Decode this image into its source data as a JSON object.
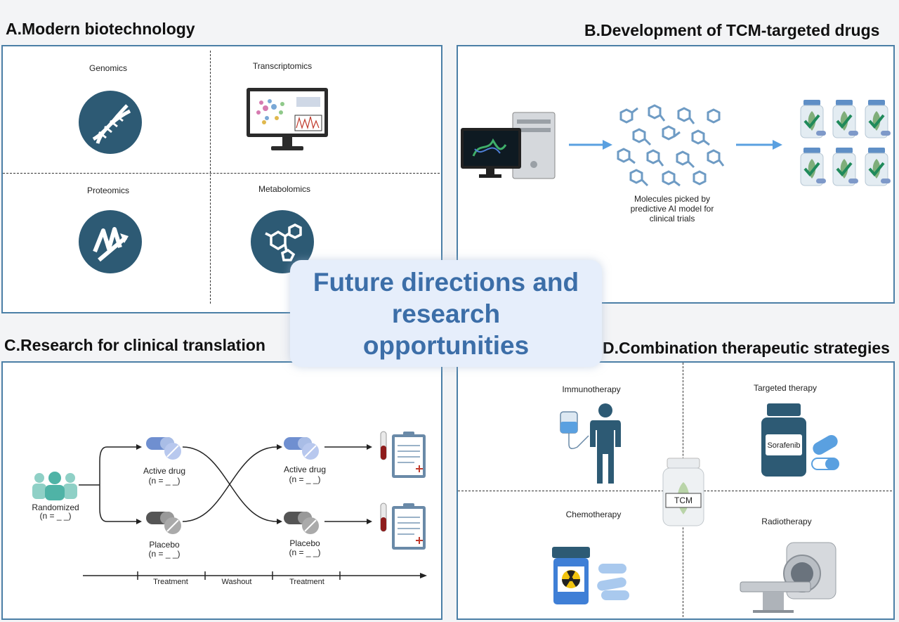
{
  "center_title": "Future directions and research opportunities",
  "panel_a": {
    "title": "A.Modern biotechnology",
    "genomics": "Genomics",
    "transcriptomics": "Transcriptomics",
    "proteomics": "Proteomics",
    "metabolomics": "Metabolomics"
  },
  "panel_b": {
    "title": "B.Development of TCM-targeted drugs",
    "caption_line1": "Molecules picked by",
    "caption_line2": "predictive AI model for",
    "caption_line3": "clinical trials"
  },
  "panel_c": {
    "title": "C.Research for clinical translation",
    "randomized": "Randomized",
    "n_label": "(n = _ _)",
    "active_drug": "Active drug",
    "placebo": "Placebo",
    "timeline": [
      "Treatment",
      "Washout",
      "Treatment"
    ]
  },
  "panel_d": {
    "title": "D.Combination therapeutic strategies",
    "immunotherapy": "Immunotherapy",
    "targeted_therapy": "Targeted therapy",
    "chemotherapy": "Chemotherapy",
    "radiotherapy": "Radiotherapy",
    "tcm": "TCM",
    "sorafenib": "Sorafenib"
  },
  "colors": {
    "accent": "#4b7fa6",
    "dark_teal": "#2d5a74",
    "light_blue": "#8fb7e0",
    "title_blue": "#3c6ea8"
  }
}
